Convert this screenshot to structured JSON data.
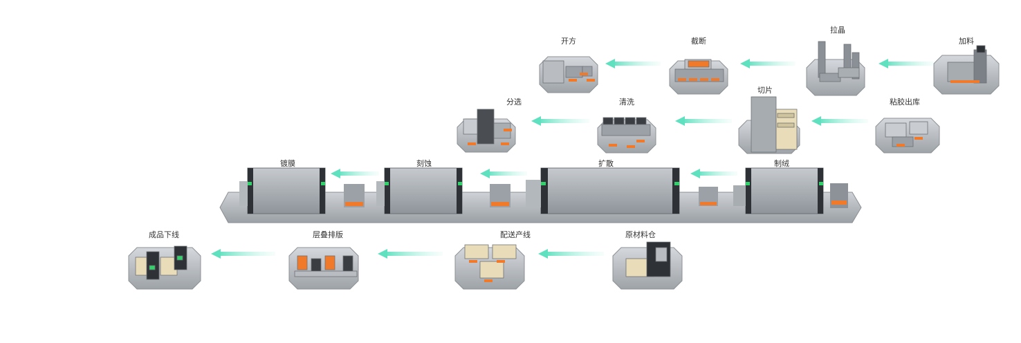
{
  "stations": [
    {
      "id": "jialiao",
      "label": "加料"
    },
    {
      "id": "lajing",
      "label": "拉晶"
    },
    {
      "id": "jieduan",
      "label": "截断"
    },
    {
      "id": "kaifang",
      "label": "开方"
    },
    {
      "id": "zhanjiao",
      "label": "粘胶出库"
    },
    {
      "id": "qiepian",
      "label": "切片"
    },
    {
      "id": "qingxi",
      "label": "清洗"
    },
    {
      "id": "fenxuan",
      "label": "分选"
    },
    {
      "id": "zhirong",
      "label": "制绒"
    },
    {
      "id": "kuosan",
      "label": "扩散"
    },
    {
      "id": "keshi",
      "label": "刻蚀"
    },
    {
      "id": "dumo",
      "label": "镀膜"
    },
    {
      "id": "yuancailiao",
      "label": "原材料仓"
    },
    {
      "id": "peisong",
      "label": "配送产线"
    },
    {
      "id": "cengdie",
      "label": "层叠排版"
    },
    {
      "id": "chengpin",
      "label": "成品下线"
    }
  ],
  "colors": {
    "arrow": "#7ee8c8",
    "platform": "#b9bcc0",
    "machine": "#9aa0a6",
    "machine_dark": "#3a3d41",
    "accent_green": "#2fd36a",
    "accent_orange": "#f07a2a",
    "tray": "#e9dcb8"
  }
}
